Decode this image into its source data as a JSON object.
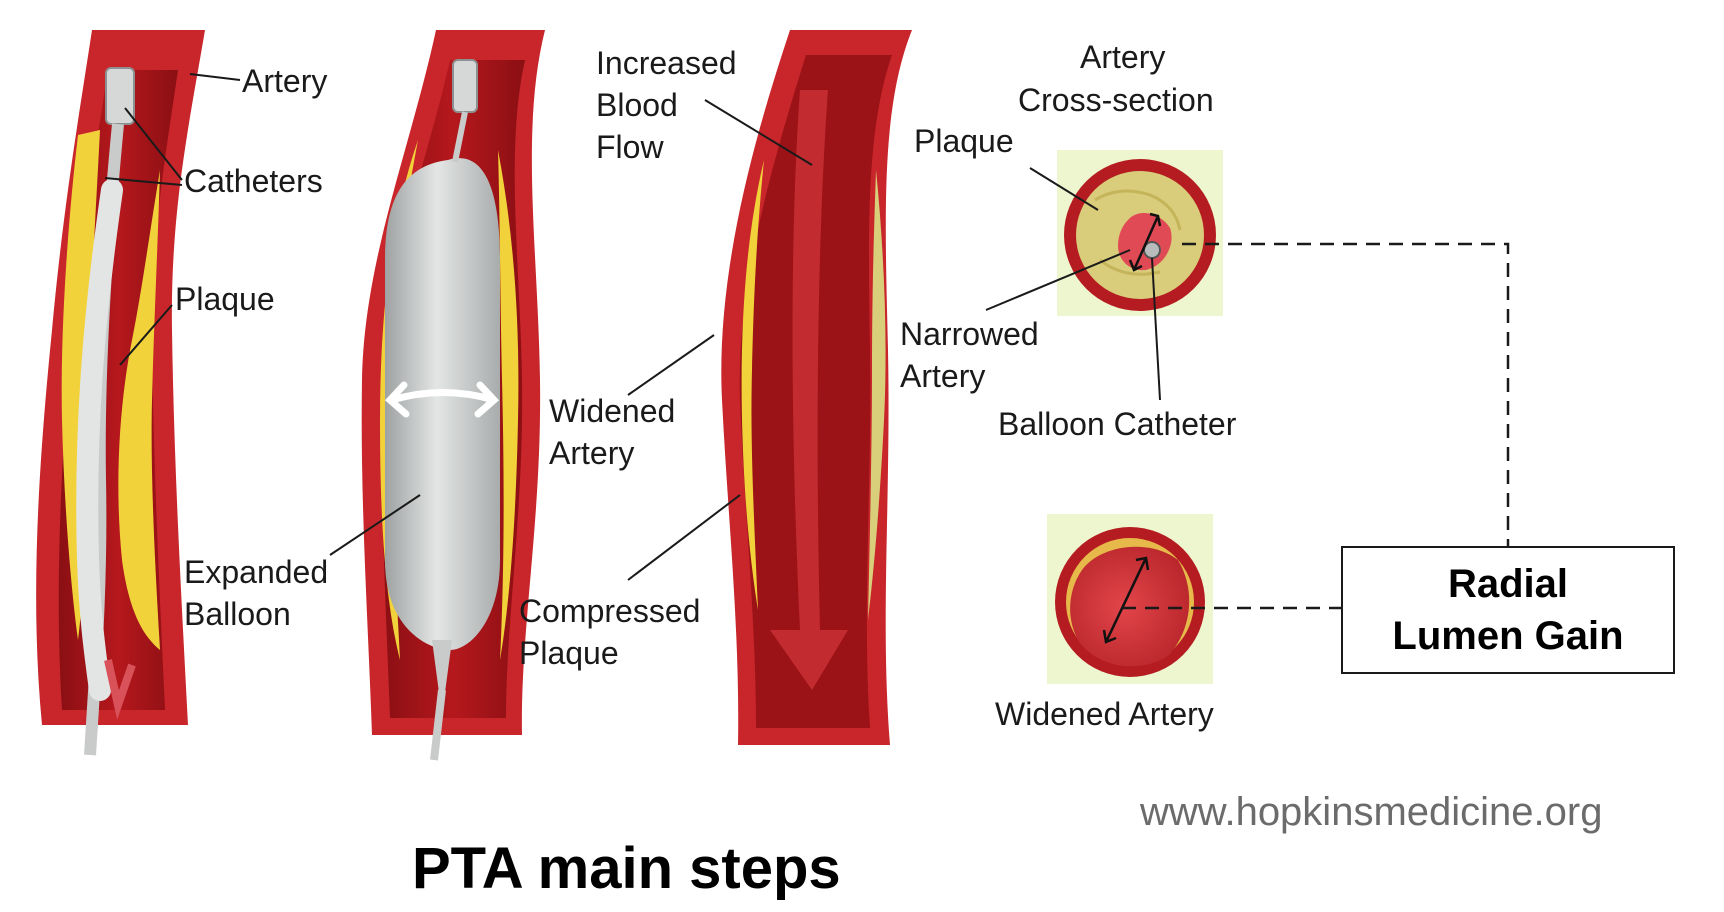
{
  "colors": {
    "artery_outer": "#c8262b",
    "artery_inner": "#8e1014",
    "artery_wall_highlight": "#e0463f",
    "plaque": "#f2d23a",
    "plaque_pale": "#d9cf7a",
    "balloon": "#c9cbcb",
    "cross_section_bg": "#eef6cf",
    "dashed_line": "#1a1a1a",
    "source_text": "#6b6b6b"
  },
  "panel1": {
    "artery": "Artery",
    "catheters": "Catheters",
    "plaque": "Plaque"
  },
  "panel2": {
    "expanded_balloon_line1": "Expanded",
    "expanded_balloon_line2": "Balloon"
  },
  "panel3": {
    "increased_line1": "Increased",
    "increased_line2": "Blood",
    "increased_line3": "Flow",
    "widened_line1": "Widened",
    "widened_line2": "Artery",
    "compressed_line1": "Compressed",
    "compressed_line2": "Plaque"
  },
  "cross_section": {
    "title_line1": "Artery",
    "title_line2": "Cross-section",
    "plaque": "Plaque",
    "narrowed_line1": "Narrowed",
    "narrowed_line2": "Artery",
    "balloon_catheter": "Balloon Catheter",
    "widened_artery": "Widened Artery"
  },
  "gain_box": {
    "line1": "Radial",
    "line2": "Lumen Gain"
  },
  "source": "www.hopkinsmedicine.org",
  "caption": "PTA main steps"
}
